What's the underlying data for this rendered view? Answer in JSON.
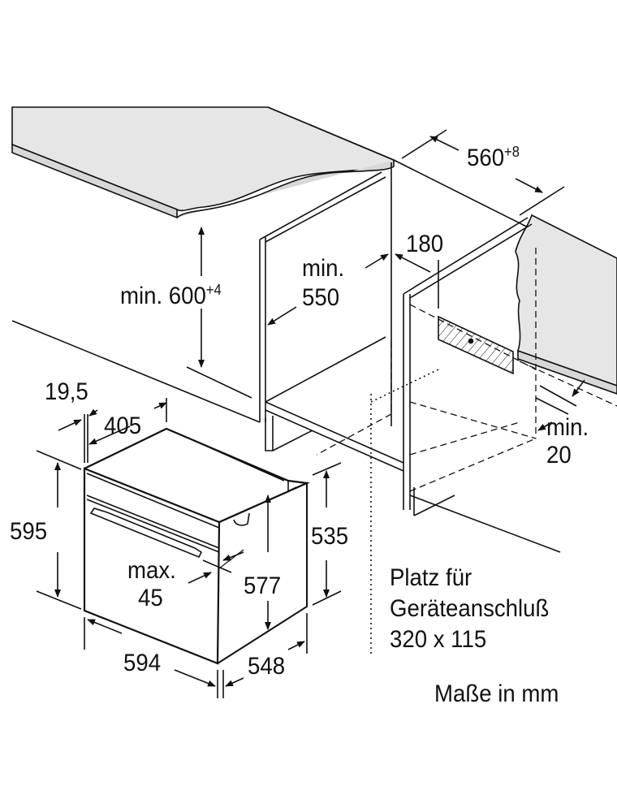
{
  "dimensions": {
    "width_niche": {
      "value": "560",
      "tolerance": "+8"
    },
    "height_niche": {
      "prefix": "min. 600",
      "tolerance": "+4"
    },
    "depth_niche": {
      "line1": "min.",
      "line2": "550"
    },
    "vent_gap": "180",
    "rear_gap": {
      "line1": "min.",
      "line2": "20"
    },
    "front_offset": "19,5",
    "door_depth": "405",
    "front_height": "595",
    "body_height": "535",
    "inner_height": "577",
    "handle_protrusion": {
      "line1": "max.",
      "line2": "45"
    },
    "front_width": "594",
    "body_depth": "548"
  },
  "connection_note": {
    "line1": "Platz für",
    "line2": "Geräteanschluß",
    "line3": "320 x 115"
  },
  "units_note": "Maße in mm",
  "colors": {
    "surface": "#e6e6e6",
    "line": "#111111"
  }
}
